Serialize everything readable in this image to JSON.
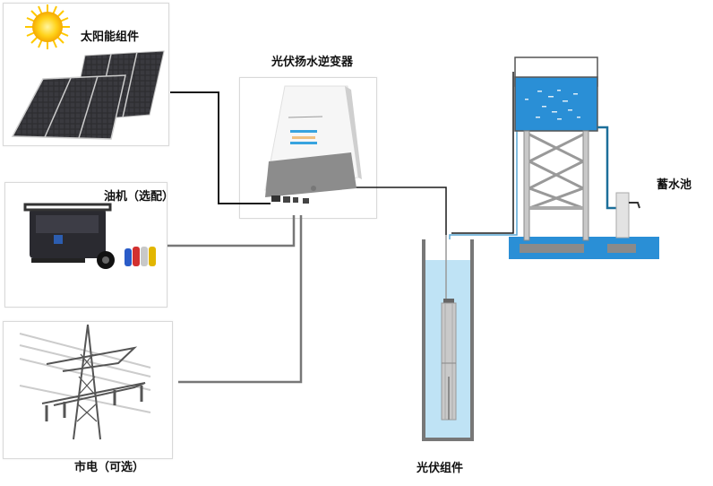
{
  "diagram": {
    "title": "Solar water pumping system",
    "components": {
      "solar": {
        "label": "太阳能组件",
        "icon": "solar-panel-icon"
      },
      "generator": {
        "label": "油机（选配）",
        "icon": "generator-icon"
      },
      "grid": {
        "label": "市电（可选）",
        "icon": "power-tower-icon"
      },
      "inverter": {
        "label": "光伏扬水逆变器",
        "icon": "inverter-icon"
      },
      "pump": {
        "label": "光伏组件",
        "icon": "submersible-pump-icon"
      },
      "storage": {
        "label": "蓄水池",
        "icon": "water-tower-icon"
      }
    },
    "connections": [
      {
        "from": "solar",
        "to": "inverter"
      },
      {
        "from": "generator",
        "to": "inverter"
      },
      {
        "from": "grid",
        "to": "inverter"
      },
      {
        "from": "inverter",
        "to": "pump"
      },
      {
        "from": "pump",
        "to": "storage"
      }
    ],
    "colors": {
      "water": "#2a8fd6",
      "well_water": "#bfe3f5",
      "pipe": "#1c6f9a",
      "wire": "#1a1a1a",
      "wire_gray": "#777777"
    }
  }
}
